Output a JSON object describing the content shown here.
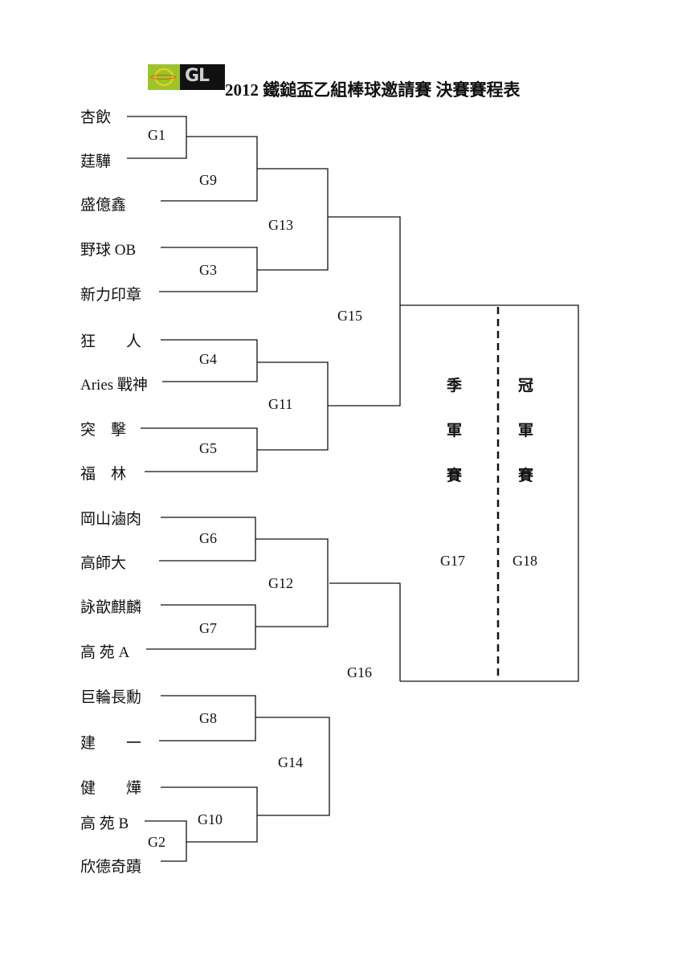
{
  "logo": {
    "text": "GL"
  },
  "title": "2012 鐵鎚盃乙組棒球邀請賽  決賽賽程表",
  "teams": [
    "杏飲",
    "莛驊",
    "盛億鑫",
    "野球 OB",
    "新力印章",
    "狂　　人",
    "Aries 戰神",
    "突　擊",
    "福　林",
    "岡山滷肉",
    "高師大",
    "詠歆麒麟",
    "高 苑 A",
    "巨輪長勳",
    "建　　一",
    "健　　燁",
    "高 苑 B",
    "欣德奇蹟"
  ],
  "games": [
    "G1",
    "G9",
    "G13",
    "G3",
    "G15",
    "G4",
    "G11",
    "G5",
    "G6",
    "G12",
    "G7",
    "G16",
    "G8",
    "G14",
    "G10",
    "G2",
    "G17",
    "G18"
  ],
  "finals": {
    "third_place": [
      "季",
      "軍",
      "賽"
    ],
    "championship": [
      "冠",
      "軍",
      "賽"
    ]
  }
}
